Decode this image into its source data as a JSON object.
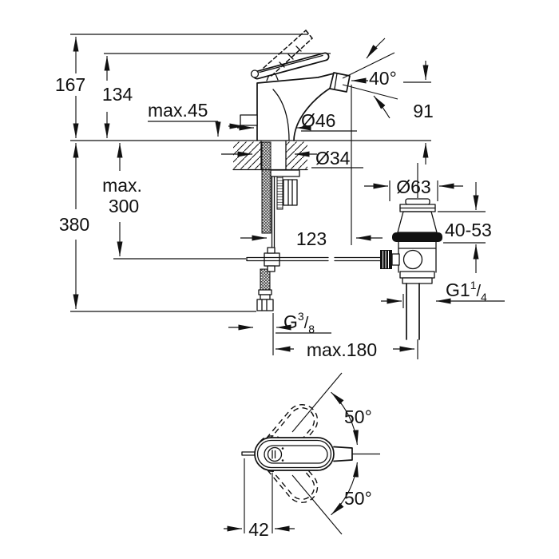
{
  "page": {
    "background": "#ffffff",
    "line_color": "#111111"
  },
  "side_view": {
    "labels": {
      "total_height": "167",
      "handle_height": "134",
      "max_deck_thickness": "max.45",
      "body_diameter": "Ø46",
      "spout_angle": "40°",
      "spout_height": "91",
      "hole_diameter": "Ø34",
      "max_hose_word": "max.",
      "max_hose_value": "300",
      "below_deck_height": "380",
      "spout_reach": "123",
      "waste_flange_diameter": "Ø63",
      "waste_adjust_range": "40-53",
      "waste_thread": {
        "base": "G1",
        "sup": "1",
        "slash": "/",
        "sub": "4"
      },
      "supply_thread": {
        "base": "G",
        "sup": "3",
        "slash": "/",
        "sub": "8"
      },
      "max_rod_reach": "max.180"
    }
  },
  "top_view": {
    "labels": {
      "swivel_angle_up": "50°",
      "swivel_angle_down": "50°",
      "rod_offset": "42"
    }
  }
}
